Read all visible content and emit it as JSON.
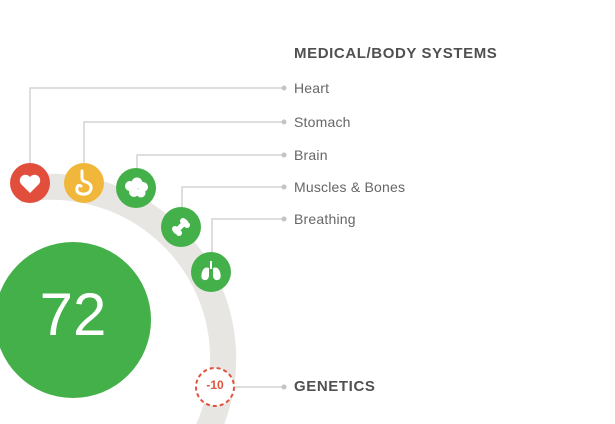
{
  "header": {
    "title": "MEDICAL/BODY SYSTEMS"
  },
  "score": {
    "value": "72"
  },
  "systems": [
    {
      "label": "Heart",
      "icon": "heart-icon",
      "color": "#e14e3b"
    },
    {
      "label": "Stomach",
      "icon": "stomach-icon",
      "color": "#f1b73a"
    },
    {
      "label": "Brain",
      "icon": "brain-icon",
      "color": "#43b04a"
    },
    {
      "label": "Muscles & Bones",
      "icon": "bone-icon",
      "color": "#43b04a"
    },
    {
      "label": "Breathing",
      "icon": "lungs-icon",
      "color": "#43b04a"
    }
  ],
  "genetics": {
    "label": "GENETICS",
    "value": "-10",
    "color": "#e0533e"
  },
  "colors": {
    "ring": "#e8e6e2",
    "score": "#43b04a",
    "connector": "#d4d4d4"
  }
}
